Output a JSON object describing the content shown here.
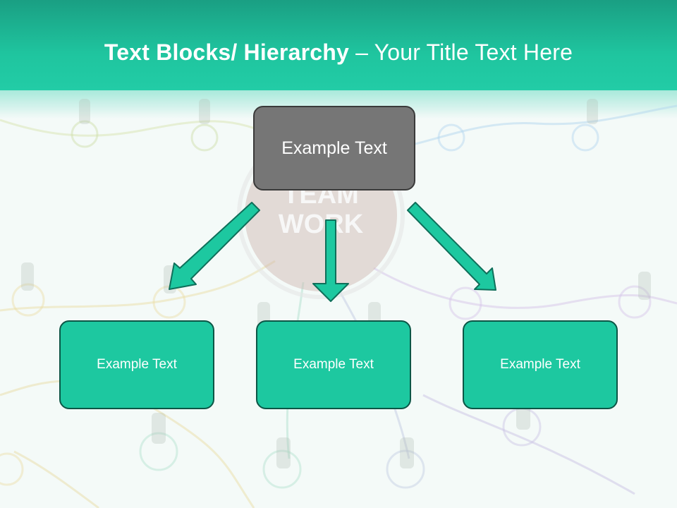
{
  "title": {
    "bold": "Text Blocks/ Hierarchy",
    "dash": " – ",
    "rest": "Your Title Text Here"
  },
  "background_badge": {
    "line1": "TEAM",
    "line2": "WORK"
  },
  "hierarchy": {
    "top": {
      "label": "Example Text"
    },
    "children": [
      {
        "label": "Example Text"
      },
      {
        "label": "Example Text"
      },
      {
        "label": "Example Text"
      }
    ]
  },
  "colors": {
    "header": "#1fc59f",
    "box_top": "#767676",
    "box_child": "#1dc8a0",
    "arrow": "#1dc8a0"
  }
}
